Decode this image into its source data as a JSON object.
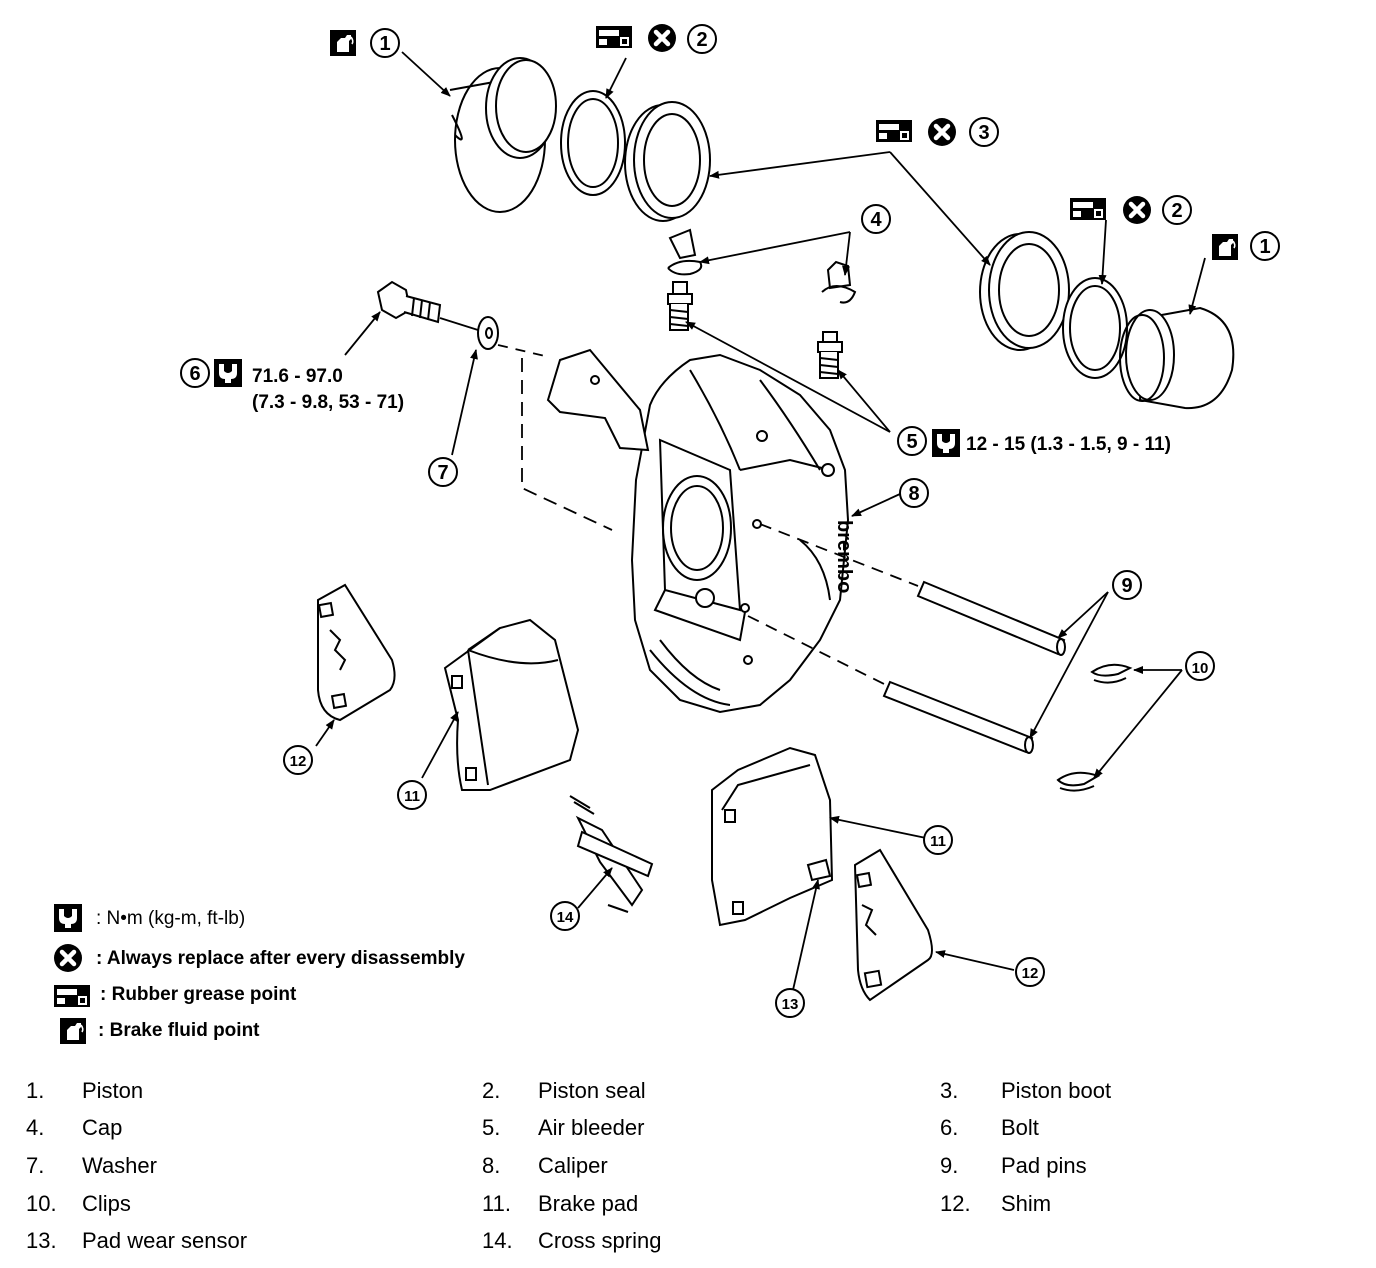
{
  "callouts": {
    "c1": "1",
    "c2": "2",
    "c3": "3",
    "c4": "4",
    "c5": "5",
    "c6": "6",
    "c7": "7",
    "c8": "8",
    "c9": "9",
    "c10": "10",
    "c11": "11",
    "c12": "12",
    "c13": "13",
    "c14": "14"
  },
  "torque": {
    "bolt_line1": "71.6 - 97.0",
    "bolt_line2": "(7.3 - 9.8, 53 - 71)",
    "bleeder": "12 - 15 (1.3 - 1.5, 9 - 11)"
  },
  "caliper_brand": "brembo",
  "legend": {
    "torque_units": ": N•m  (kg-m,  ft-lb)",
    "replace": ": Always replace after every disassembly",
    "grease": ": Rubber grease point",
    "fluid": ": Brake fluid point"
  },
  "icons": {
    "torque": "torque-wrench-icon",
    "replace": "replace-x-icon",
    "grease": "rubber-grease-icon",
    "fluid": "brake-fluid-icon"
  },
  "parts": [
    {
      "num": "1.",
      "name": "Piston"
    },
    {
      "num": "2.",
      "name": "Piston seal"
    },
    {
      "num": "3.",
      "name": "Piston boot"
    },
    {
      "num": "4.",
      "name": "Cap"
    },
    {
      "num": "5.",
      "name": "Air bleeder"
    },
    {
      "num": "6.",
      "name": "Bolt"
    },
    {
      "num": "7.",
      "name": "Washer"
    },
    {
      "num": "8.",
      "name": "Caliper"
    },
    {
      "num": "9.",
      "name": "Pad pins"
    },
    {
      "num": "10.",
      "name": "Clips"
    },
    {
      "num": "11.",
      "name": "Brake pad"
    },
    {
      "num": "12.",
      "name": "Shim"
    },
    {
      "num": "13.",
      "name": "Pad wear sensor"
    },
    {
      "num": "14.",
      "name": "Cross spring"
    }
  ]
}
